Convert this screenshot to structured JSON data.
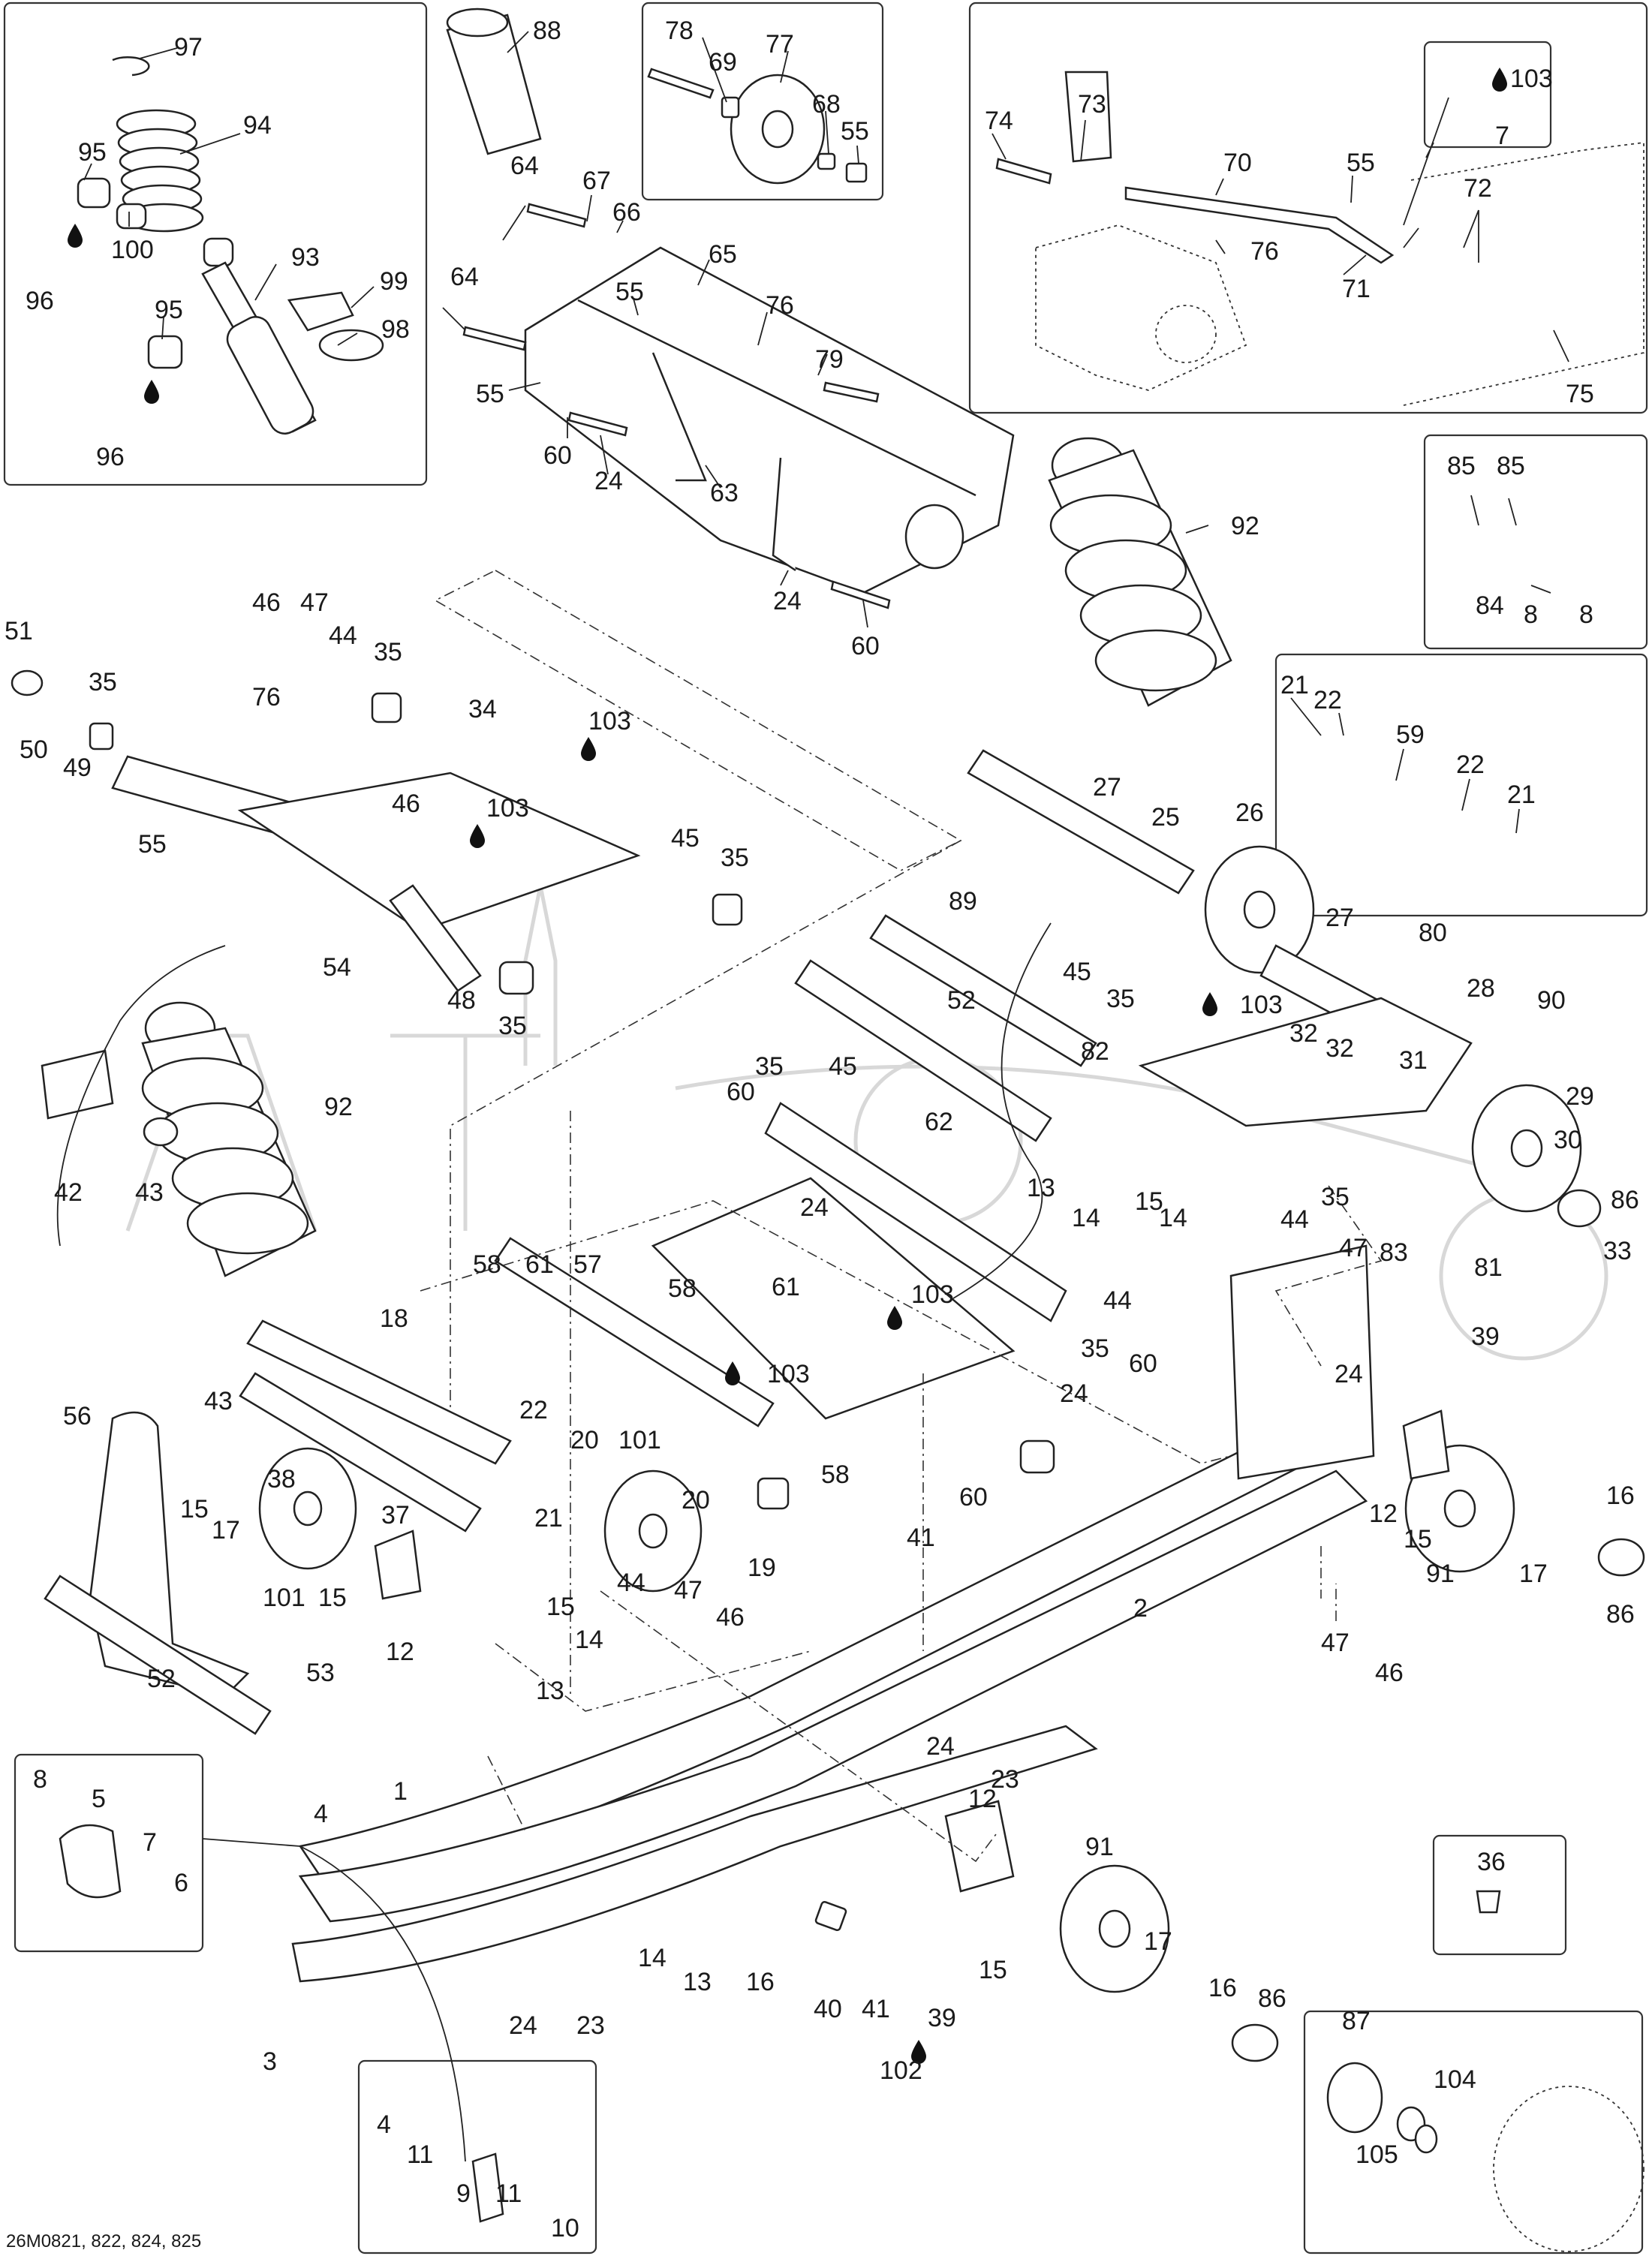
{
  "caption": "26M0821, 822, 824, 825",
  "accent_color": "#222222",
  "callouts": [
    {
      "id": "c97",
      "text": "97"
    },
    {
      "id": "c88",
      "text": "88"
    },
    {
      "id": "c78",
      "text": "78"
    },
    {
      "id": "c77",
      "text": "77"
    },
    {
      "id": "c69",
      "text": "69"
    },
    {
      "id": "c68",
      "text": "68"
    },
    {
      "id": "c55a",
      "text": "55"
    },
    {
      "id": "c94",
      "text": "94"
    },
    {
      "id": "c95a",
      "text": "95"
    },
    {
      "id": "c100",
      "text": "100"
    },
    {
      "id": "c96a",
      "text": "96"
    },
    {
      "id": "c93",
      "text": "93"
    },
    {
      "id": "c99",
      "text": "99"
    },
    {
      "id": "c98",
      "text": "98"
    },
    {
      "id": "c95b",
      "text": "95"
    },
    {
      "id": "c96b",
      "text": "96"
    },
    {
      "id": "c64a",
      "text": "64"
    },
    {
      "id": "c67",
      "text": "67"
    },
    {
      "id": "c66",
      "text": "66"
    },
    {
      "id": "c65",
      "text": "65"
    },
    {
      "id": "c64b",
      "text": "64"
    },
    {
      "id": "c55b",
      "text": "55"
    },
    {
      "id": "c76a",
      "text": "76"
    },
    {
      "id": "c79",
      "text": "79"
    },
    {
      "id": "c55c",
      "text": "55"
    },
    {
      "id": "c60a",
      "text": "60"
    },
    {
      "id": "c24a",
      "text": "24"
    },
    {
      "id": "c63",
      "text": "63"
    },
    {
      "id": "c24b",
      "text": "24"
    },
    {
      "id": "c60b",
      "text": "60"
    },
    {
      "id": "c74",
      "text": "74"
    },
    {
      "id": "c73",
      "text": "73"
    },
    {
      "id": "c70",
      "text": "70"
    },
    {
      "id": "c55d",
      "text": "55"
    },
    {
      "id": "c103a",
      "text": "103"
    },
    {
      "id": "c7a",
      "text": "7"
    },
    {
      "id": "c72",
      "text": "72"
    },
    {
      "id": "c76b",
      "text": "76"
    },
    {
      "id": "c71",
      "text": "71"
    },
    {
      "id": "c75",
      "text": "75"
    },
    {
      "id": "c92a",
      "text": "92"
    },
    {
      "id": "c85a",
      "text": "85"
    },
    {
      "id": "c85b",
      "text": "85"
    },
    {
      "id": "c84",
      "text": "84"
    },
    {
      "id": "c8a",
      "text": "8"
    },
    {
      "id": "c8b",
      "text": "8"
    },
    {
      "id": "c21a",
      "text": "21"
    },
    {
      "id": "c22a",
      "text": "22"
    },
    {
      "id": "c59",
      "text": "59"
    },
    {
      "id": "c22b",
      "text": "22"
    },
    {
      "id": "c21b",
      "text": "21"
    },
    {
      "id": "c51",
      "text": "51"
    },
    {
      "id": "c46a",
      "text": "46"
    },
    {
      "id": "c47a",
      "text": "47"
    },
    {
      "id": "c44a",
      "text": "44"
    },
    {
      "id": "c35a",
      "text": "35"
    },
    {
      "id": "c35b",
      "text": "35"
    },
    {
      "id": "c50",
      "text": "50"
    },
    {
      "id": "c49",
      "text": "49"
    },
    {
      "id": "c76c",
      "text": "76"
    },
    {
      "id": "c34",
      "text": "34"
    },
    {
      "id": "c103b",
      "text": "103"
    },
    {
      "id": "c46b",
      "text": "46"
    },
    {
      "id": "c103c",
      "text": "103"
    },
    {
      "id": "c55e",
      "text": "55"
    },
    {
      "id": "c45a",
      "text": "45"
    },
    {
      "id": "c35c",
      "text": "35"
    },
    {
      "id": "c54",
      "text": "54"
    },
    {
      "id": "c48",
      "text": "48"
    },
    {
      "id": "c35d",
      "text": "35"
    },
    {
      "id": "c27a",
      "text": "27"
    },
    {
      "id": "c25",
      "text": "25"
    },
    {
      "id": "c26",
      "text": "26"
    },
    {
      "id": "c89",
      "text": "89"
    },
    {
      "id": "c27b",
      "text": "27"
    },
    {
      "id": "c80",
      "text": "80"
    },
    {
      "id": "c45b",
      "text": "45"
    },
    {
      "id": "c35e",
      "text": "35"
    },
    {
      "id": "c52a",
      "text": "52"
    },
    {
      "id": "c103d",
      "text": "103"
    },
    {
      "id": "c28",
      "text": "28"
    },
    {
      "id": "c90",
      "text": "90"
    },
    {
      "id": "c32a",
      "text": "32"
    },
    {
      "id": "c82",
      "text": "82"
    },
    {
      "id": "c32b",
      "text": "32"
    },
    {
      "id": "c31",
      "text": "31"
    },
    {
      "id": "c29",
      "text": "29"
    },
    {
      "id": "c30",
      "text": "30"
    },
    {
      "id": "c92b",
      "text": "92"
    },
    {
      "id": "c42",
      "text": "42"
    },
    {
      "id": "c43a",
      "text": "43"
    },
    {
      "id": "c35f",
      "text": "35"
    },
    {
      "id": "c45c",
      "text": "45"
    },
    {
      "id": "c60c",
      "text": "60"
    },
    {
      "id": "c62",
      "text": "62"
    },
    {
      "id": "c24c",
      "text": "24"
    },
    {
      "id": "c13a",
      "text": "13"
    },
    {
      "id": "c14a",
      "text": "14"
    },
    {
      "id": "c15a",
      "text": "15"
    },
    {
      "id": "c14b",
      "text": "14"
    },
    {
      "id": "c35g",
      "text": "35"
    },
    {
      "id": "c83",
      "text": "83"
    },
    {
      "id": "c86a",
      "text": "86"
    },
    {
      "id": "c81",
      "text": "81"
    },
    {
      "id": "c33",
      "text": "33"
    },
    {
      "id": "c58a",
      "text": "58"
    },
    {
      "id": "c61a",
      "text": "61"
    },
    {
      "id": "c57",
      "text": "57"
    },
    {
      "id": "c58b",
      "text": "58"
    },
    {
      "id": "c61b",
      "text": "61"
    },
    {
      "id": "c103e",
      "text": "103"
    },
    {
      "id": "c103f",
      "text": "103"
    },
    {
      "id": "c44b",
      "text": "44"
    },
    {
      "id": "c35h",
      "text": "35"
    },
    {
      "id": "c60d",
      "text": "60"
    },
    {
      "id": "c24d",
      "text": "24"
    },
    {
      "id": "c44c",
      "text": "44"
    },
    {
      "id": "c47b",
      "text": "47"
    },
    {
      "id": "c39a",
      "text": "39"
    },
    {
      "id": "c24e",
      "text": "24"
    },
    {
      "id": "c56",
      "text": "56"
    },
    {
      "id": "c43b",
      "text": "43"
    },
    {
      "id": "c18",
      "text": "18"
    },
    {
      "id": "c22c",
      "text": "22"
    },
    {
      "id": "c20a",
      "text": "20"
    },
    {
      "id": "c101a",
      "text": "101"
    },
    {
      "id": "c58c",
      "text": "58"
    },
    {
      "id": "c38",
      "text": "38"
    },
    {
      "id": "c21c",
      "text": "21"
    },
    {
      "id": "c15b",
      "text": "15"
    },
    {
      "id": "c17a",
      "text": "17"
    },
    {
      "id": "c37",
      "text": "37"
    },
    {
      "id": "c20b",
      "text": "20"
    },
    {
      "id": "c101b",
      "text": "101"
    },
    {
      "id": "c15c",
      "text": "15"
    },
    {
      "id": "c12a",
      "text": "12"
    },
    {
      "id": "c19",
      "text": "19"
    },
    {
      "id": "c41a",
      "text": "41"
    },
    {
      "id": "c60e",
      "text": "60"
    },
    {
      "id": "c12b",
      "text": "12"
    },
    {
      "id": "c15d",
      "text": "15"
    },
    {
      "id": "c91a",
      "text": "91"
    },
    {
      "id": "c17b",
      "text": "17"
    },
    {
      "id": "c16a",
      "text": "16"
    },
    {
      "id": "c86b",
      "text": "86"
    },
    {
      "id": "c15e",
      "text": "15"
    },
    {
      "id": "c44d",
      "text": "44"
    },
    {
      "id": "c47c",
      "text": "47"
    },
    {
      "id": "c46c",
      "text": "46"
    },
    {
      "id": "c14c",
      "text": "14"
    },
    {
      "id": "c2",
      "text": "2"
    },
    {
      "id": "c13b",
      "text": "13"
    },
    {
      "id": "c47d",
      "text": "47"
    },
    {
      "id": "c46d",
      "text": "46"
    },
    {
      "id": "c52b",
      "text": "52"
    },
    {
      "id": "c53",
      "text": "53"
    },
    {
      "id": "c24f",
      "text": "24"
    },
    {
      "id": "c23a",
      "text": "23"
    },
    {
      "id": "c8c",
      "text": "8"
    },
    {
      "id": "c5",
      "text": "5"
    },
    {
      "id": "c4a",
      "text": "4"
    },
    {
      "id": "c1",
      "text": "1"
    },
    {
      "id": "c7b",
      "text": "7"
    },
    {
      "id": "c6",
      "text": "6"
    },
    {
      "id": "c12c",
      "text": "12"
    },
    {
      "id": "c36",
      "text": "36"
    },
    {
      "id": "c91b",
      "text": "91"
    },
    {
      "id": "c14d",
      "text": "14"
    },
    {
      "id": "c13c",
      "text": "13"
    },
    {
      "id": "c16b",
      "text": "16"
    },
    {
      "id": "c15f",
      "text": "15"
    },
    {
      "id": "c17c",
      "text": "17"
    },
    {
      "id": "c16c",
      "text": "16"
    },
    {
      "id": "c40",
      "text": "40"
    },
    {
      "id": "c41b",
      "text": "41"
    },
    {
      "id": "c39b",
      "text": "39"
    },
    {
      "id": "c24g",
      "text": "24"
    },
    {
      "id": "c23b",
      "text": "23"
    },
    {
      "id": "c102",
      "text": "102"
    },
    {
      "id": "c86c",
      "text": "86"
    },
    {
      "id": "c3",
      "text": "3"
    },
    {
      "id": "c87",
      "text": "87"
    },
    {
      "id": "c104",
      "text": "104"
    },
    {
      "id": "c105",
      "text": "105"
    },
    {
      "id": "c4b",
      "text": "4"
    },
    {
      "id": "c11a",
      "text": "11"
    },
    {
      "id": "c9",
      "text": "9"
    },
    {
      "id": "c11b",
      "text": "11"
    },
    {
      "id": "c10",
      "text": "10"
    }
  ]
}
